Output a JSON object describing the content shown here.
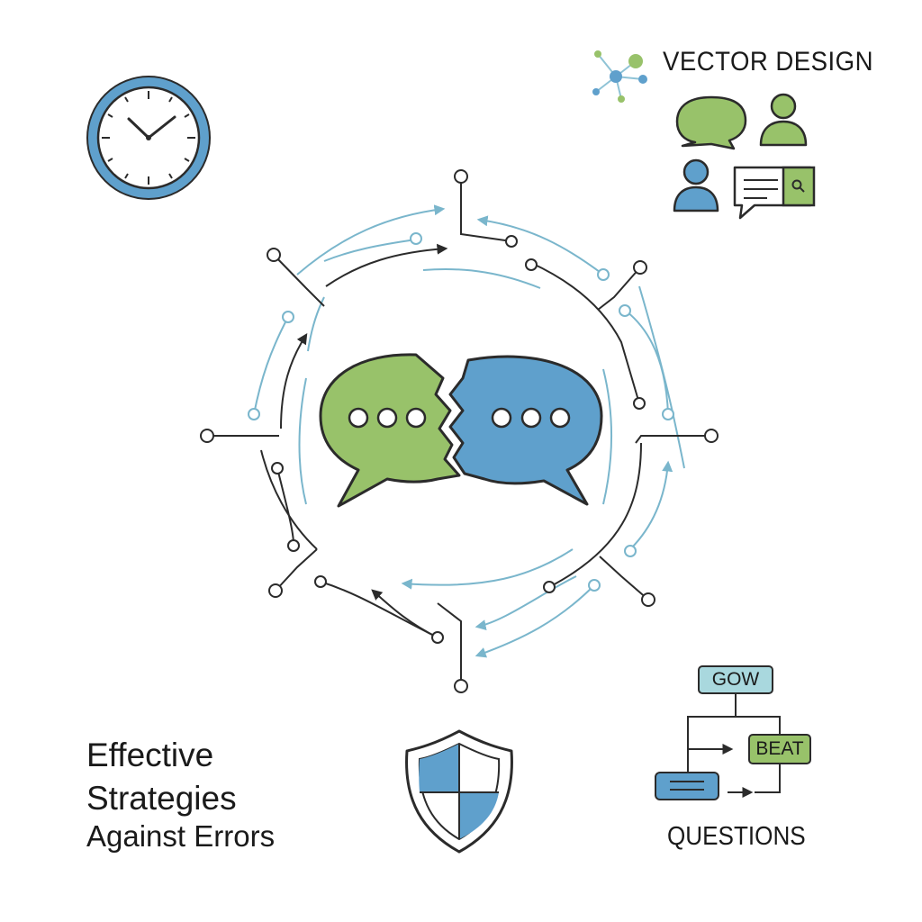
{
  "brand": {
    "title": "VECTOR DESIGN"
  },
  "headline": {
    "line1": "Effective",
    "line2": "Strategies",
    "line3": "Against Errors"
  },
  "flowchart": {
    "top_node": "GOW",
    "right_node": "BEAT",
    "caption": "QUESTIONS"
  },
  "colors": {
    "green": "#98c26a",
    "blue": "#5fa0cc",
    "light_blue": "#8fc3d6",
    "ink": "#2b2b2b",
    "teal_box": "#a9d8de"
  },
  "icons": [
    "clock-icon",
    "network-icon",
    "chat-bubble-icon",
    "person-icon",
    "message-search-icon",
    "shield-icon",
    "speech-bubbles-icon"
  ]
}
